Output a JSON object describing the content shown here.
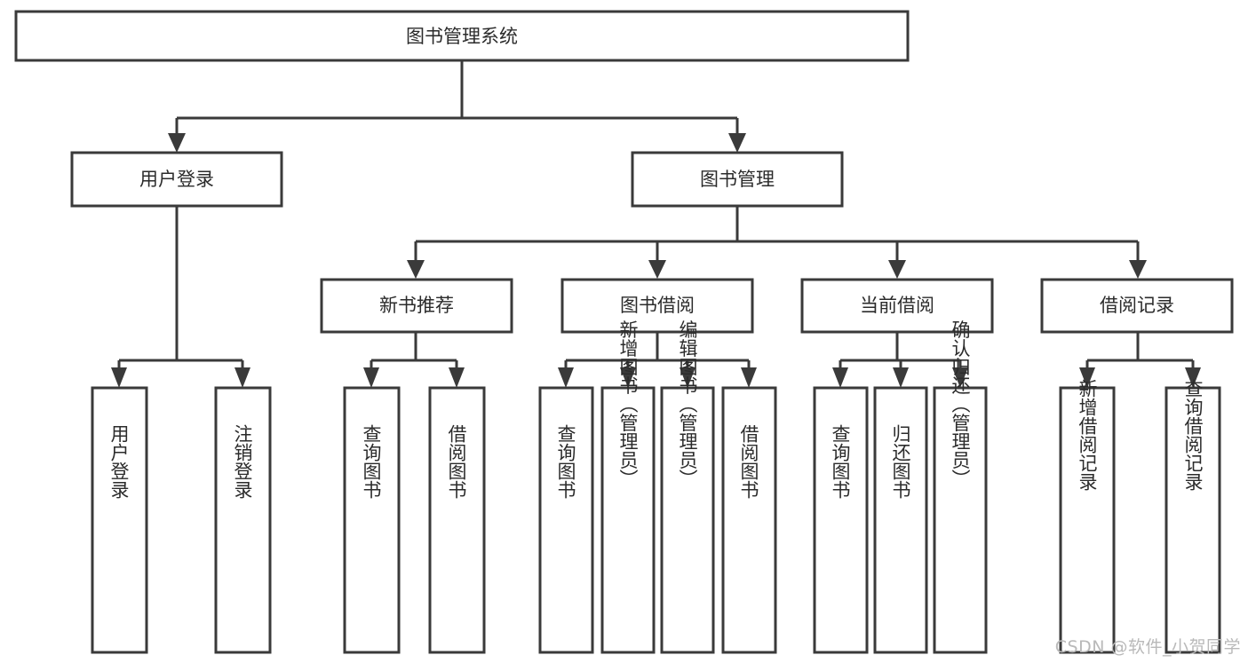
{
  "diagram": {
    "title": "图书管理系统",
    "type": "tree-hierarchy",
    "watermark": "CSDN @软件_小贺同学",
    "colors": {
      "background": "#ffffff",
      "stroke": "#3a3a3a",
      "box_fill": "#ffffff",
      "text": "#2b2b2b",
      "watermark": "#b9b9b9"
    },
    "levels": [
      {
        "level": 1,
        "nodes": [
          {
            "id": "root",
            "label": "图书管理系统",
            "orientation": "horizontal"
          }
        ]
      },
      {
        "level": 2,
        "nodes": [
          {
            "id": "user-login",
            "label": "用户登录",
            "orientation": "horizontal",
            "parent": "root"
          },
          {
            "id": "book-manage",
            "label": "图书管理",
            "orientation": "horizontal",
            "parent": "root"
          }
        ]
      },
      {
        "level": 3,
        "nodes": [
          {
            "id": "new-book-rec",
            "label": "新书推荐",
            "orientation": "horizontal",
            "parent": "book-manage"
          },
          {
            "id": "book-borrow",
            "label": "图书借阅",
            "orientation": "horizontal",
            "parent": "book-manage"
          },
          {
            "id": "current-borrow",
            "label": "当前借阅",
            "orientation": "horizontal",
            "parent": "book-manage"
          },
          {
            "id": "borrow-record",
            "label": "借阅记录",
            "orientation": "horizontal",
            "parent": "book-manage"
          }
        ]
      },
      {
        "level": 4,
        "nodes": [
          {
            "id": "leaf-user-login",
            "label": "用户登录",
            "orientation": "vertical",
            "parent": "user-login"
          },
          {
            "id": "leaf-logout",
            "label": "注销登录",
            "orientation": "vertical",
            "parent": "user-login"
          },
          {
            "id": "leaf-query-book-1",
            "label": "查询图书",
            "orientation": "vertical",
            "parent": "new-book-rec"
          },
          {
            "id": "leaf-borrow-book-1",
            "label": "借阅图书",
            "orientation": "vertical",
            "parent": "new-book-rec"
          },
          {
            "id": "leaf-query-book-2",
            "label": "查询图书",
            "orientation": "vertical",
            "parent": "book-borrow"
          },
          {
            "id": "leaf-add-book",
            "label": "新增图书（管理员）",
            "orientation": "vertical",
            "parent": "book-borrow"
          },
          {
            "id": "leaf-edit-book",
            "label": "编辑图书（管理员）",
            "orientation": "vertical",
            "parent": "book-borrow"
          },
          {
            "id": "leaf-borrow-book-2",
            "label": "借阅图书",
            "orientation": "vertical",
            "parent": "book-borrow"
          },
          {
            "id": "leaf-query-book-3",
            "label": "查询图书",
            "orientation": "vertical",
            "parent": "current-borrow"
          },
          {
            "id": "leaf-return-book",
            "label": "归还图书",
            "orientation": "vertical",
            "parent": "current-borrow"
          },
          {
            "id": "leaf-confirm-return",
            "label": "确认归还（管理员）",
            "orientation": "vertical",
            "parent": "current-borrow"
          },
          {
            "id": "leaf-add-record",
            "label": "新增借阅记录",
            "orientation": "vertical",
            "parent": "borrow-record"
          },
          {
            "id": "leaf-query-record",
            "label": "查询借阅记录",
            "orientation": "vertical",
            "parent": "borrow-record"
          }
        ]
      }
    ]
  }
}
